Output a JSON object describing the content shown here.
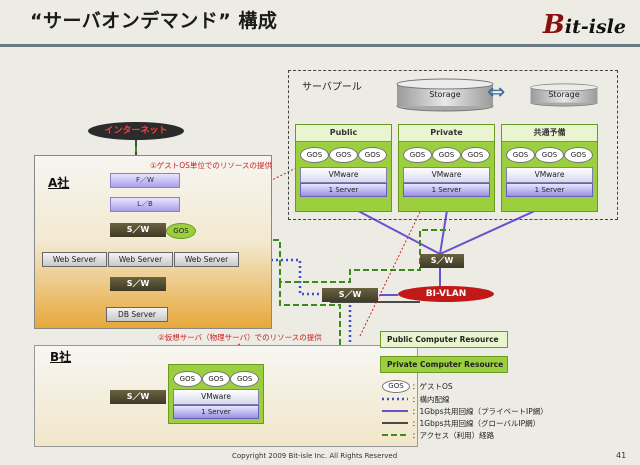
{
  "title": "“サーバオンデマンド” 構成",
  "logo": {
    "mark": "B",
    "text": "it-isle"
  },
  "pool": {
    "label": "サーバプール",
    "storage": [
      "Storage",
      "Storage"
    ],
    "columns": [
      {
        "head": "Public",
        "gos": [
          "GOS",
          "GOS",
          "GOS"
        ],
        "vm": "VMware",
        "server": "1 Server"
      },
      {
        "head": "Private",
        "gos": [
          "GOS",
          "GOS",
          "GOS"
        ],
        "vm": "VMware",
        "server": "1 Server"
      },
      {
        "head": "共通予備",
        "gos": [
          "GOS",
          "GOS",
          "GOS"
        ],
        "vm": "VMware",
        "server": "1 Server"
      }
    ]
  },
  "internet": "インターネット",
  "corp_a": {
    "label": "A社",
    "fw": "F／W",
    "lb": "L／B",
    "sw": "S／W",
    "gos": "GOS",
    "web": [
      "Web Server",
      "Web Server",
      "Web Server"
    ],
    "sw2": "S／W",
    "db": "DB Server"
  },
  "corp_b": {
    "label": "B社",
    "sw": "S／W",
    "gos": [
      "GOS",
      "GOS",
      "GOS"
    ],
    "vm": "VMware",
    "server": "1 Server"
  },
  "core": {
    "sw_right": "S／W",
    "sw_mid": "S／W",
    "bivlan": "BI-VLAN"
  },
  "annotations": {
    "a1": "①ゲストOS単位でのリソースの提供",
    "a2": "②仮想サーバ（物理サーバ）でのリソースの提供"
  },
  "legend": {
    "public": "Public Computer Resource",
    "private": "Private Computer Resource",
    "gos_label": "GOS",
    "gos_desc": "：ゲストOS",
    "item1": "：構内配線",
    "item2": "：1Gbps共用回線（プライベートIP網）",
    "item3": "：1Gbps共用回線（グローバルIP網）",
    "item4": "：アクセス（利用）経路"
  },
  "colors": {
    "green": "#9bcf3f",
    "purple_line": "#6a4fd0",
    "blue_dotted": "#3a4fd0",
    "dark_line": "#333333",
    "green_dashed": "#3c8a1c"
  },
  "footer": "Copyright 2009 Bit-isle Inc. All Rights Reserved",
  "page": "41"
}
